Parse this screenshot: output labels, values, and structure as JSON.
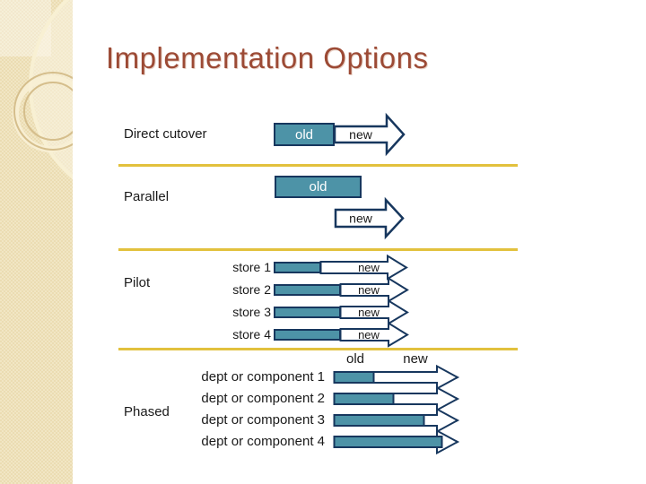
{
  "title": "Implementation Options",
  "colors": {
    "accent_teal": "#4D93A7",
    "accent_navy": "#17375E",
    "separator_gold": "#E2C13D",
    "title_red": "#9C4A35",
    "band_beige": "#EBDCB2"
  },
  "sections": {
    "direct_cutover": {
      "label": "Direct cutover",
      "old": "old",
      "new": "new"
    },
    "parallel": {
      "label": "Parallel",
      "old": "old",
      "new": "new"
    },
    "pilot": {
      "label": "Pilot",
      "rows": [
        {
          "name": "store 1",
          "new": "new"
        },
        {
          "name": "store 2",
          "new": "new"
        },
        {
          "name": "store 3",
          "new": "new"
        },
        {
          "name": "store 4",
          "new": "new"
        }
      ]
    },
    "phased": {
      "label": "Phased",
      "old_header": "old",
      "new_header": "new",
      "rows": [
        {
          "name": "dept or component 1"
        },
        {
          "name": "dept or component 2"
        },
        {
          "name": "dept or component 3"
        },
        {
          "name": "dept or component 4"
        }
      ]
    }
  }
}
